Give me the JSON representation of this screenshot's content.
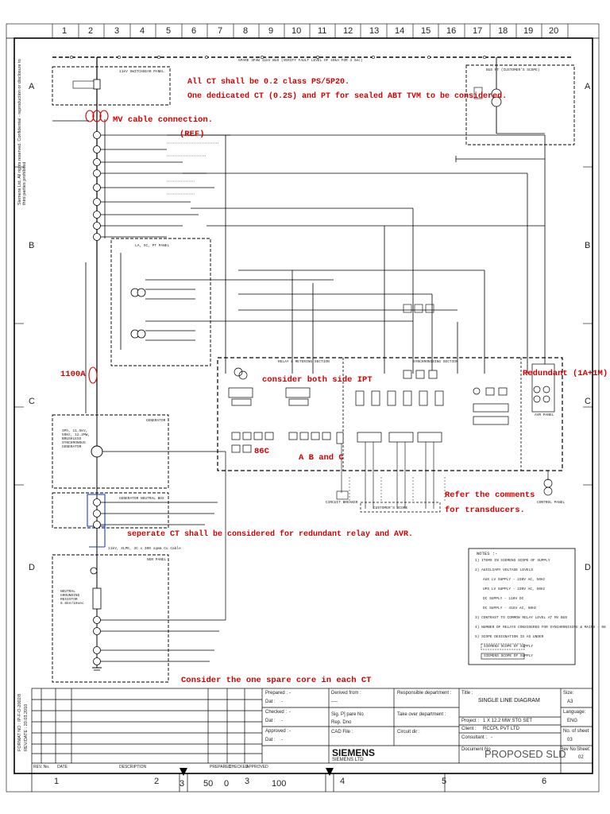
{
  "columns": [
    "1",
    "2",
    "3",
    "4",
    "5",
    "6",
    "7",
    "8",
    "9",
    "10",
    "11",
    "12",
    "13",
    "14",
    "15",
    "16",
    "17",
    "18",
    "19",
    "20"
  ],
  "rows": [
    "A",
    "B",
    "C",
    "D"
  ],
  "margin_note": "Siemens Ltd. All rights reserved. Confidential - reproduction or disclosure to third parties prohibited",
  "format_no": "FORMAT NO : IP-F-O-2002/8",
  "rev_date": "REV/DATE : 20.03.2010",
  "annotations": {
    "ct_class": "All CT shall be 0.2 class PS/5P20.",
    "dedicated_ct": "One dedicated CT (0.2S) and PT for sealed ABT TVM to be considered.",
    "mv_cable": "MV cable connection.",
    "ref": "(REF)",
    "ipt": "consider both side IPT",
    "a86c": "86C",
    "ab_c": "A B and C",
    "redundant": "Redundant (1A+1M)",
    "transducers_1": "Refer the comments",
    "transducers_2": "for transducers.",
    "separate_ct": "seperate CT shall be considered for redundant relay and AVR.",
    "ct_1100": "1100A",
    "spare_core": "Consider the one spare core in each CT"
  },
  "panels": {
    "switchgear": "11kV SWITCHGEAR PANEL",
    "busbar": "SPARE 3P4W 11kV BUS (VERIFY FAULT LEVEL OF 40kA FOR 3 Sec)",
    "busbar_customer": "BUS PT (CUSTOMER'S SCOPE)",
    "la_sc_pt": "LA, SC, PT PANEL",
    "relay_metering": "RELAY & METERING SECTION",
    "synchronising": "SYNCHRONISING SECTION",
    "avr": "AVR PANEL",
    "generator": "GENERATOR",
    "gen_neutral": "GENERATOR NEUTRAL BOX",
    "ngr": "NGR PANEL",
    "circuit_breaker": "CIRCUIT BREAKER",
    "customer_scope": "CUSTOMER'S SCOPE",
    "control_panel": "CONTROL PANEL",
    "gen_label": "3Ph, 11.5kV, 50Hz, 12.2MW, BRUSHLESS SYNCHRONOUS GENERATOR",
    "cable_note": "11kV, XLPE, 3C x 300 sqmm Cu Cable",
    "ngr_note": "NEUTRAL GROUNDING RESISTOR 6.6kV/10sec"
  },
  "notes": {
    "title": "NOTES :-",
    "items": [
      "1) ITEMS IN SIEMENS SCOPE OF SUPPLY",
      "2) AUXILIARY VOLTAGE LEVELS",
      "AUX LV SUPPLY - 230V AC, 50Hz",
      "UPS LV SUPPLY - 230V AC, 50Hz",
      "DC SUPPLY - 110V DC",
      "DC SUPPLY - 415V AC, 50Hz",
      "3) CONTRAST TO COMMON RELAY LEVEL AT MV BUS",
      "4) NUMBER OF RELAYS CONSIDERED FOR SYNCHRONISING & MAINS - 08",
      "5) SCOPE DESIGNATION IS AS UNDER",
      "SIEMENS SCOPE OF SUPPLY",
      "SIEMENS SCOPE OF SUPPLY"
    ]
  },
  "title_block": {
    "prepared_lbl": "Prepared :",
    "prepared_val": "-",
    "date_lbl": "Dat :",
    "date_val": "-",
    "checked_lbl": "Checked :",
    "approved_lbl": "Approved :",
    "derived_from_lbl": "Derived from :",
    "derived_from_val": "----",
    "sig_lbl": "Sig. P] pare No",
    "rep_lbl": "Rep. Dno",
    "cad_lbl": "CAD File :",
    "responsible_lbl": "Responsible department :",
    "other_dept_lbl": "Take over department :",
    "circuit_lbl": "Circuit dir :",
    "title_lbl": "Title :",
    "title_val": "SINGLE LINE DIAGRAM",
    "project_lbl": "Project :",
    "project_val": "1 X 12.2 MW STG SET",
    "client_lbl": "Client :",
    "client_val": "RCCPL PVT LTD",
    "consultant_lbl": "Consultant :",
    "consultant_val": "-",
    "document_lbl": "Document No",
    "document_val": "PROPOSED SLD",
    "company": "SIEMENS",
    "company_sub": "SIEMENS LTD",
    "size_lbl": "Size:",
    "size_val": "A3",
    "lang_lbl": "Language:",
    "lang_val": "ENG",
    "sheets_lbl": "No. of sheet",
    "sheets_val": "03",
    "rev_lbl": "Rev No",
    "rev_val": "-",
    "sheet_lbl": "Sheet:",
    "sheet_val": "02",
    "rev_cols": [
      "REV. No.",
      "DATE",
      "DESCRIPTION",
      "PREPARED",
      "CHECKED",
      "APPROVED"
    ]
  },
  "bottom_ruler": [
    "1",
    "2",
    "3",
    "50",
    "0",
    "3",
    "100",
    "4",
    "5",
    "6"
  ],
  "colors": {
    "annotation": "#d50000",
    "line": "#000000",
    "highlight": "#1a3fd1"
  }
}
